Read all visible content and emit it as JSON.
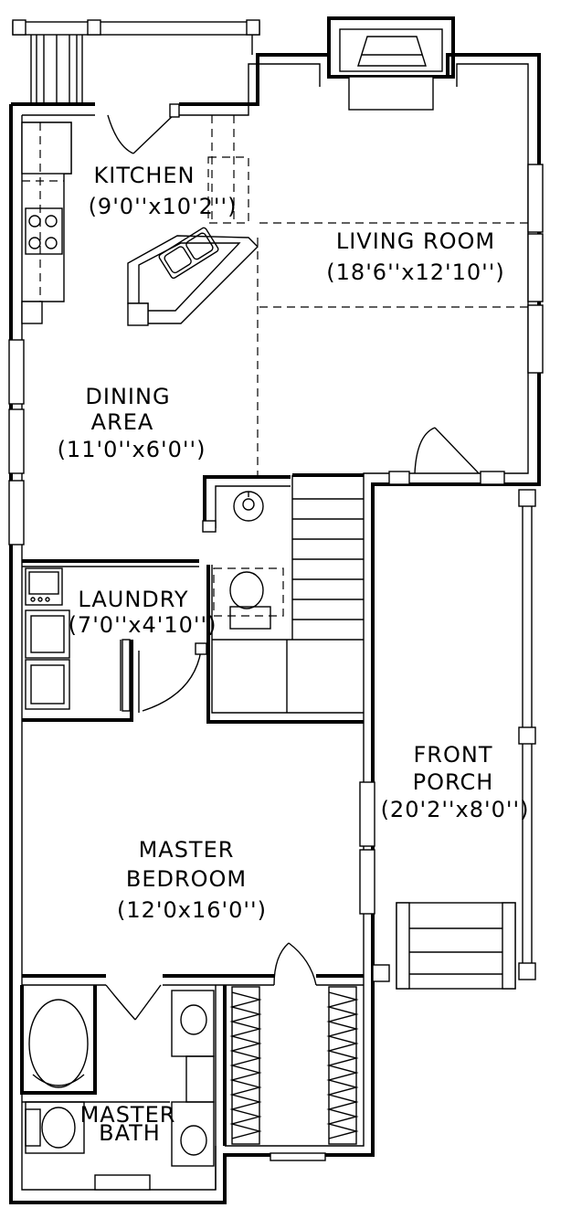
{
  "rooms": {
    "kitchen": {
      "name": "KITCHEN",
      "dims": "(9'0''x10'2'')"
    },
    "living": {
      "name": "LIVING ROOM",
      "dims": "(18'6''x12'10'')"
    },
    "dining": {
      "name": "DINING",
      "name2": "AREA",
      "dims": "(11'0''x6'0'')"
    },
    "laundry": {
      "name": "LAUNDRY",
      "dims": "(7'0''x4'10'')"
    },
    "porch": {
      "name": "FRONT",
      "name2": "PORCH",
      "dims": "(20'2''x8'0'')"
    },
    "master_bedroom": {
      "name": "MASTER",
      "name2": "BEDROOM",
      "dims": "(12'0x16'0'')"
    },
    "master_bath": {
      "name": "MASTER",
      "name2": "BATH"
    }
  }
}
